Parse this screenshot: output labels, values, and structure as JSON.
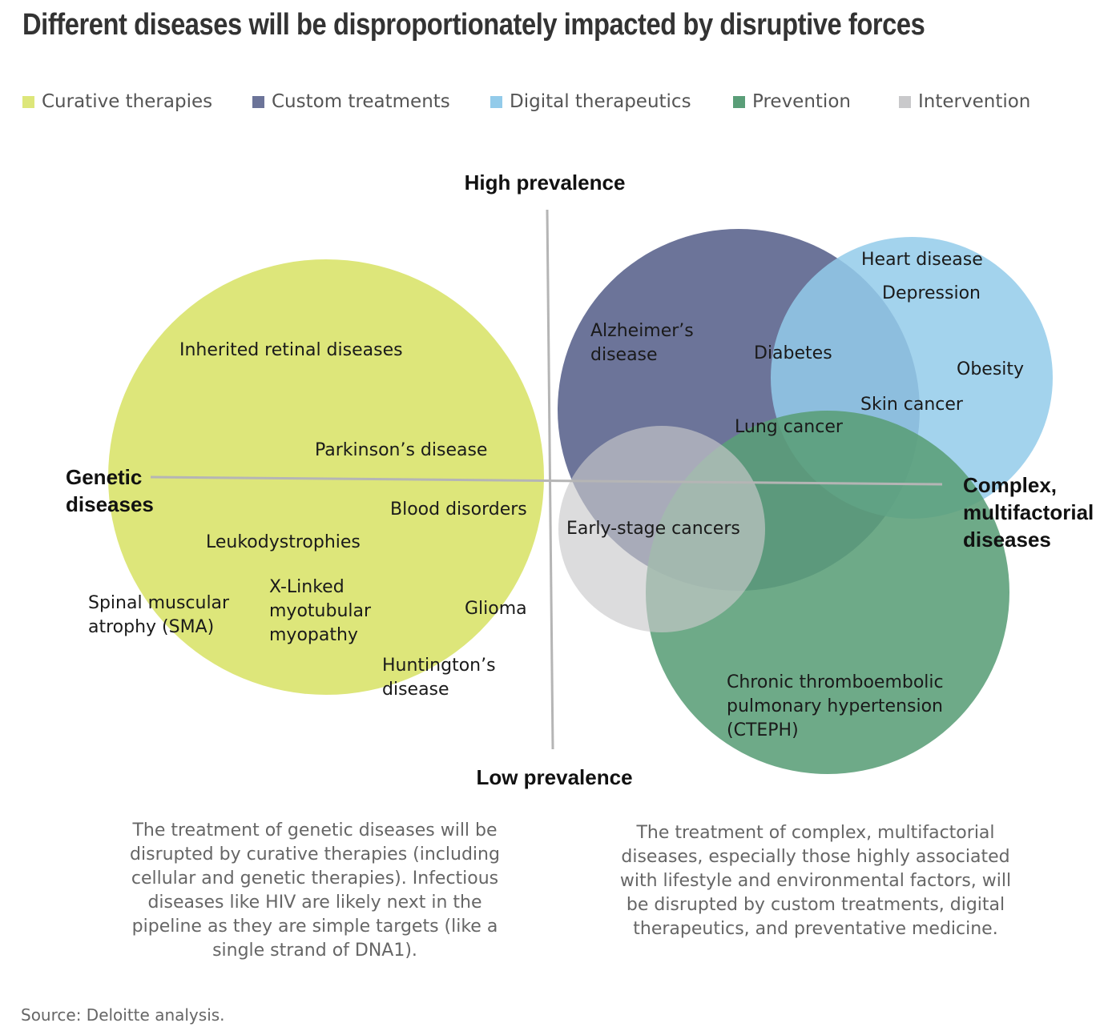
{
  "title": "Different diseases will be disproportionately impacted by disruptive forces",
  "legend": [
    {
      "label": "Curative therapies",
      "color": "#dde67a"
    },
    {
      "label": "Custom treatments",
      "color": "#6c7499"
    },
    {
      "label": "Digital therapeutics",
      "color": "#93cbea"
    },
    {
      "label": "Prevention",
      "color": "#5a9e78"
    },
    {
      "label": "Intervention",
      "color": "#c9c9cb"
    }
  ],
  "axes": {
    "top": "High prevalence",
    "bottom": "Low prevalence",
    "left": [
      "Genetic",
      "diseases"
    ],
    "right": [
      "Complex,",
      "multifactorial",
      "diseases"
    ]
  },
  "diseases": {
    "retinal": "Inherited retinal diseases",
    "parkinsons": "Parkinson’s disease",
    "blood": "Blood disorders",
    "leuko": "Leukodystrophies",
    "sma": [
      "Spinal muscular",
      "atrophy (SMA)"
    ],
    "xlinked": [
      "X-Linked",
      "myotubular",
      "myopathy"
    ],
    "glioma": "Glioma",
    "huntingtons": [
      "Huntington’s",
      "disease"
    ],
    "alzheimers": [
      "Alzheimer’s",
      "disease"
    ],
    "diabetes": "Diabetes",
    "heart": "Heart disease",
    "depression": "Depression",
    "obesity": "Obesity",
    "skin": "Skin cancer",
    "lung": "Lung cancer",
    "early": "Early-stage cancers",
    "cteph": [
      "Chronic thromboembolic",
      "pulmonary hypertension",
      "(CTEPH)"
    ]
  },
  "notes": {
    "left": "The treatment of genetic diseases will be disrupted by curative therapies (including cellular and genetic therapies). Infectious diseases like HIV are likely next in the pipeline as they are simple targets (like a single strand of DNA1).",
    "right": "The treatment of complex, multifactorial diseases, especially those highly associated with lifestyle and environmental factors, will be disrupted by custom treatments, digital therapeutics, and preventative medicine."
  },
  "source": "Source: Deloitte analysis."
}
